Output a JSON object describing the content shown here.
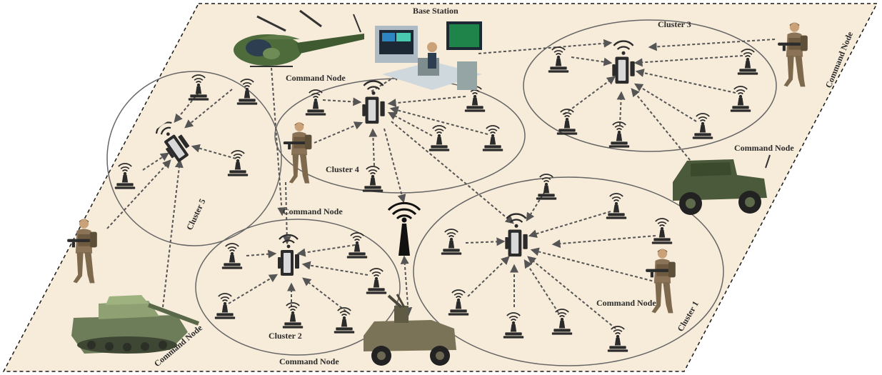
{
  "diagram": {
    "base_station_label": "Base Station",
    "clusters": [
      {
        "id": "c1",
        "label": "Cluster 1"
      },
      {
        "id": "c2",
        "label": "Cluster 2"
      },
      {
        "id": "c3",
        "label": "Cluster 3"
      },
      {
        "id": "c4",
        "label": "Cluster 4"
      },
      {
        "id": "c5",
        "label": "Cluster 5"
      }
    ],
    "command_node_labels": [
      "Command Node",
      "Command Node",
      "Command Node",
      "Command Node",
      "Command Node",
      "Command Node",
      "Command Node"
    ],
    "colors": {
      "ground": "#f7ebd9",
      "border": "#1a1a1a",
      "arrow": "#555555",
      "cluster_ring": "#666666",
      "sensor": "#2b2b2b"
    },
    "icons": {
      "sensor": "sensor-node-icon",
      "cluster_head": "cluster-head-icon",
      "tower": "radio-tower-icon",
      "helicopter": "helicopter-icon",
      "soldier": "soldier-icon",
      "jeep": "jeep-icon",
      "tank": "tank-icon",
      "base_station": "base-station-icon"
    }
  }
}
